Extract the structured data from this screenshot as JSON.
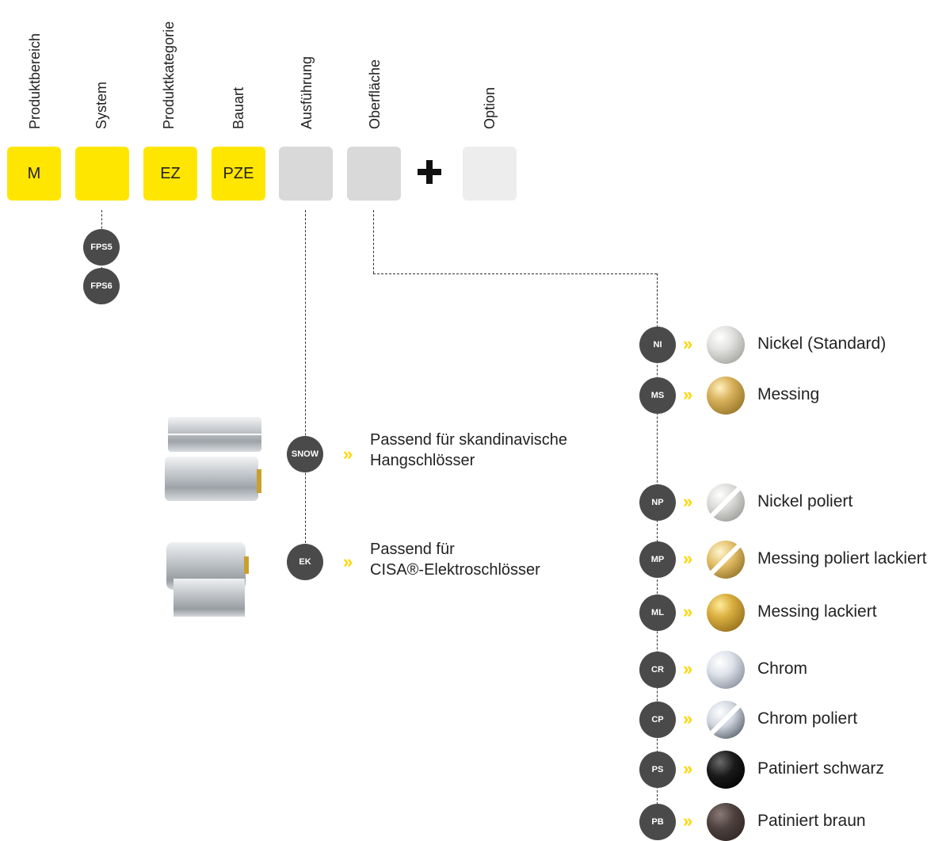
{
  "headers": [
    {
      "key": "produktbereich",
      "text": "Produktbereich"
    },
    {
      "key": "system",
      "text": "System"
    },
    {
      "key": "produktkategorie",
      "text": "Produktkategorie"
    },
    {
      "key": "bauart",
      "text": "Bauart"
    },
    {
      "key": "ausfuehrung",
      "text": "Ausführung"
    },
    {
      "key": "oberflaeche",
      "text": "Oberfläche"
    },
    {
      "key": "option",
      "text": "Option"
    }
  ],
  "boxes": {
    "produktbereich": "M",
    "system": "",
    "produktkategorie": "EZ",
    "bauart": "PZE",
    "ausfuehrung": "",
    "oberflaeche": "",
    "option": ""
  },
  "system_options": [
    "FPS5",
    "FPS6"
  ],
  "ausfuehrung_options": [
    {
      "code": "SNOW",
      "line1": "Passend für skandinavische",
      "line2": "Hangschlösser"
    },
    {
      "code": "EK",
      "line1": "Passend für",
      "line2": "CISA®-Elektroschlösser"
    }
  ],
  "surfaces": [
    {
      "code": "NI",
      "label": "Nickel (Standard)",
      "finish": "nickel"
    },
    {
      "code": "MS",
      "label": "Messing",
      "finish": "brass"
    },
    {
      "code": "NP",
      "label": "Nickel poliert",
      "finish": "nickel-polished"
    },
    {
      "code": "MP",
      "label": "Messing poliert lackiert",
      "finish": "brass-polished"
    },
    {
      "code": "ML",
      "label": "Messing lackiert",
      "finish": "brass-lacquered"
    },
    {
      "code": "CR",
      "label": "Chrom",
      "finish": "chrome"
    },
    {
      "code": "CP",
      "label": "Chrom poliert",
      "finish": "chrome-polished"
    },
    {
      "code": "PS",
      "label": "Patiniert schwarz",
      "finish": "black"
    },
    {
      "code": "PB",
      "label": "Patiniert braun",
      "finish": "brown"
    }
  ],
  "colors": {
    "yellow": "#ffe600",
    "pill": "#4a4a4a",
    "chevron": "#ffd600",
    "box_gray": "#d9d9d9"
  },
  "icons": {
    "plus": "plus-icon",
    "chevron": "double-chevron-right-icon"
  }
}
